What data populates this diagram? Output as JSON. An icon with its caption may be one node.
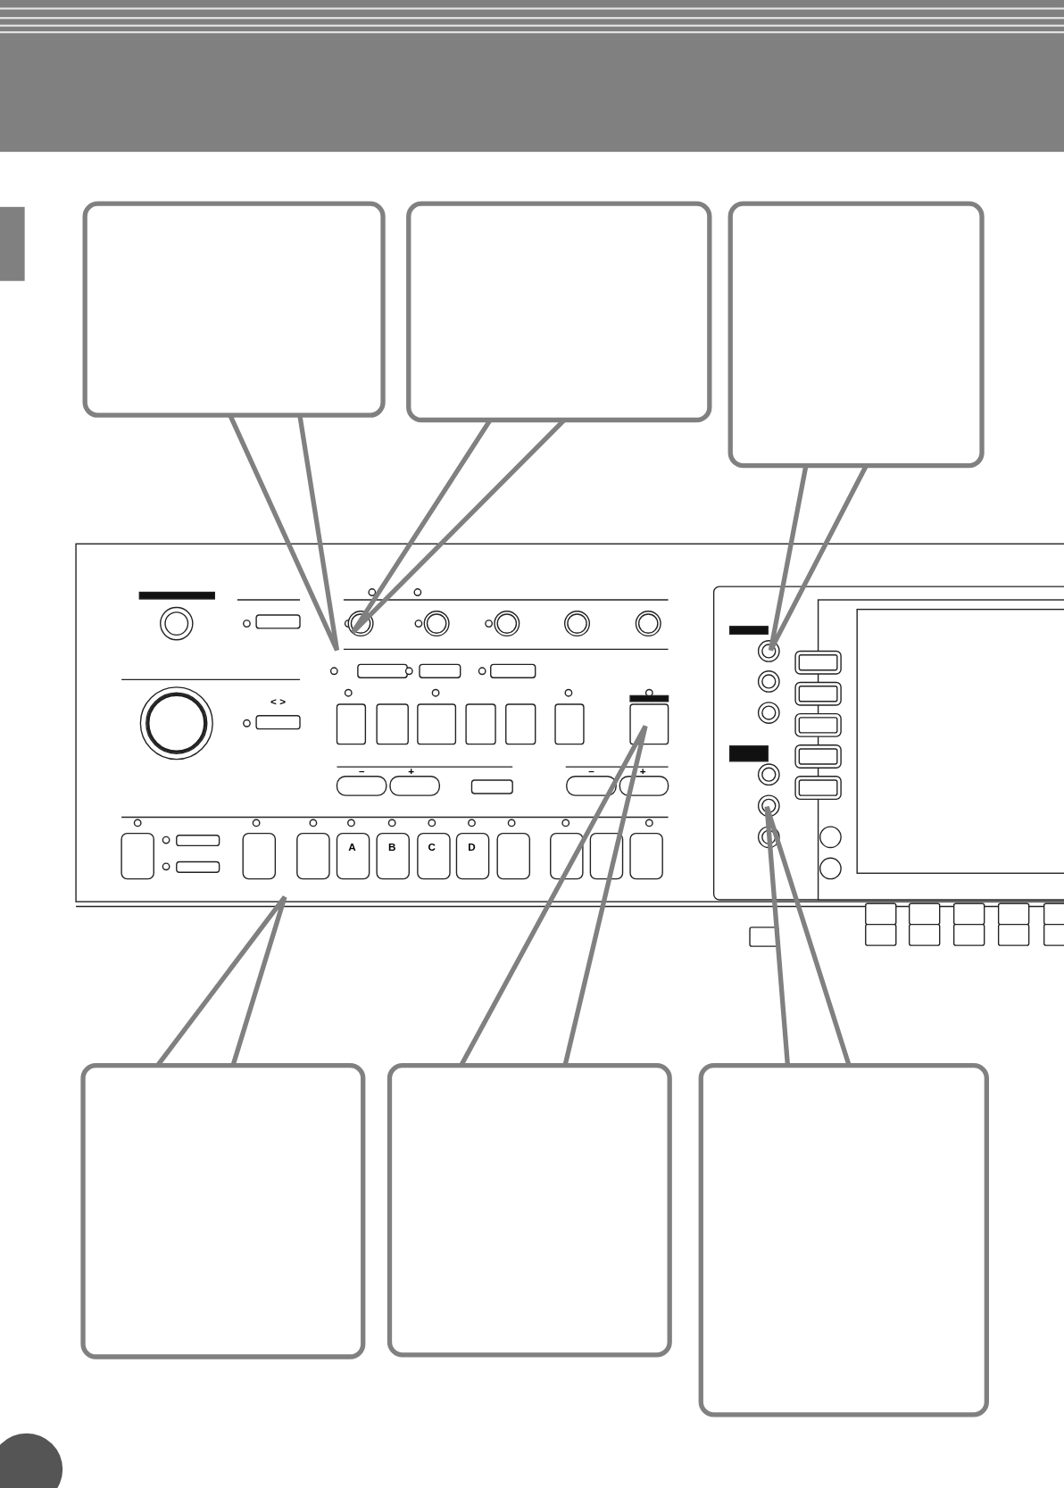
{
  "diagram": {
    "nodes": [
      {
        "text": [],
        "shape": "box"
      },
      {
        "text": [],
        "shape": "box"
      },
      {
        "text": [],
        "shape": "box"
      },
      {
        "text": [],
        "shape": "box"
      },
      {
        "text": [],
        "shape": "box"
      },
      {
        "text": [],
        "shape": "box"
      }
    ],
    "edges": [
      {
        "from": 0,
        "to": null,
        "arrow": "none"
      },
      {
        "from": 1,
        "to": null,
        "arrow": "none"
      },
      {
        "from": 2,
        "to": null,
        "arrow": "none"
      },
      {
        "from": 3,
        "to": null,
        "arrow": "none"
      },
      {
        "from": 4,
        "to": null,
        "arrow": "none"
      },
      {
        "from": 5,
        "to": null,
        "arrow": "none"
      }
    ],
    "labels": [
      "< >",
      "–",
      "+",
      "–",
      "+",
      "A",
      "B",
      "C",
      "D"
    ]
  }
}
